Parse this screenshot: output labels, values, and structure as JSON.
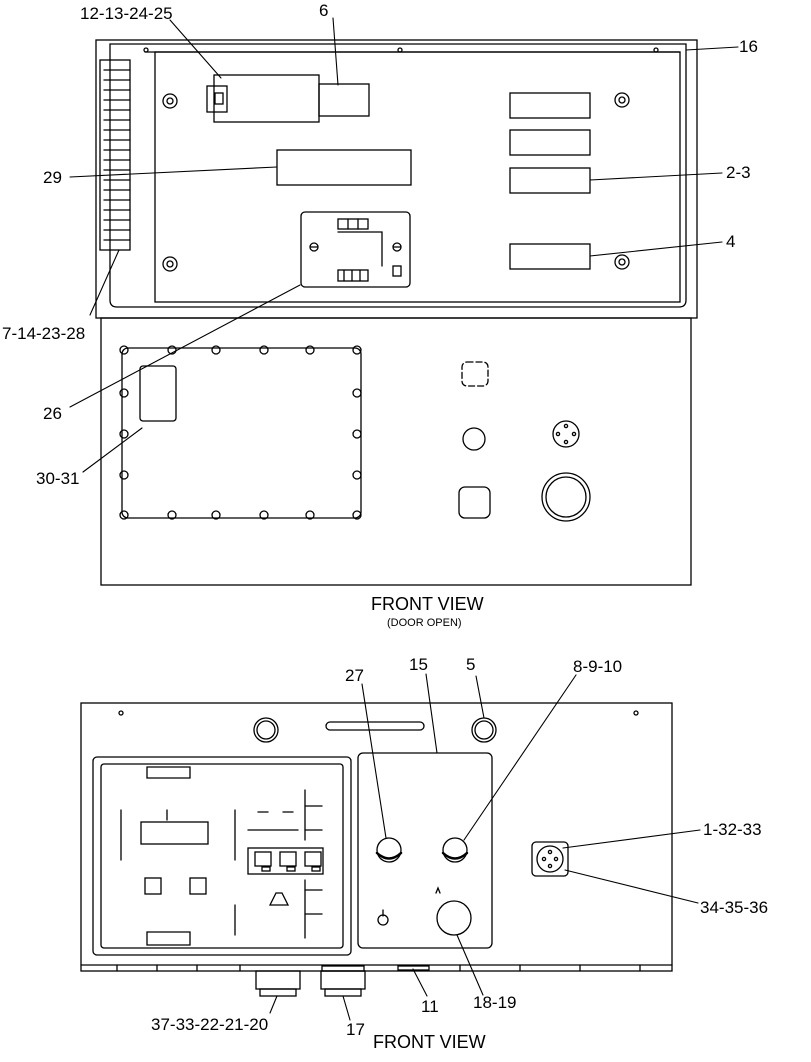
{
  "upper_view": {
    "caption": "FRONT VIEW",
    "subcaption": "(DOOR OPEN)",
    "callouts": {
      "c_12_13_24_25": "12-13-24-25",
      "c_6": "6",
      "c_16": "16",
      "c_29": "29",
      "c_2_3": "2-3",
      "c_4": "4",
      "c_7_14_23_28": "7-14-23-28",
      "c_26": "26",
      "c_30_31": "30-31"
    }
  },
  "lower_view": {
    "caption": "FRONT VIEW",
    "callouts": {
      "c_27": "27",
      "c_15": "15",
      "c_5": "5",
      "c_8_9_10": "8-9-10",
      "c_1_32_33": "1-32-33",
      "c_34_35_36": "34-35-36",
      "c_37_33_22_21_20": "37-33-22-21-20",
      "c_17": "17",
      "c_11": "11",
      "c_18_19": "18-19"
    }
  }
}
